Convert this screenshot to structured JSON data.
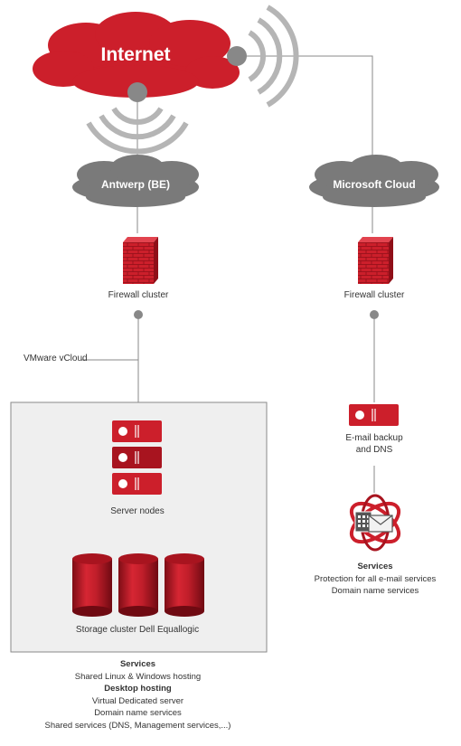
{
  "colors": {
    "red": "#cc1f2b",
    "dark_red": "#a8141f",
    "cloud_grey": "#7a7a7a",
    "wave_grey": "#b5b5b5",
    "line_grey": "#888888",
    "box_fill": "#efefef",
    "box_border": "#8a8a8a"
  },
  "internet": {
    "label": "Internet"
  },
  "clouds": {
    "antwerp": "Antwerp (BE)",
    "microsoft": "Microsoft Cloud"
  },
  "firewalls": {
    "left": {
      "label": "Firewall cluster",
      "icon": "brick-firewall-icon"
    },
    "right": {
      "label": "Firewall cluster",
      "icon": "brick-firewall-icon"
    }
  },
  "vmware": {
    "label": "VMware vCloud"
  },
  "datacenter": {
    "server_label": "Server nodes",
    "storage_label": "Storage cluster Dell Equallogic",
    "services": {
      "title": "Services",
      "items": [
        "Shared Linux & Windows hosting",
        "Desktop hosting",
        "Virtual Dedicated server",
        "Domain name services",
        "Shared services (DNS, Management services,...)"
      ]
    }
  },
  "email_backup": {
    "label_line1": "E-mail backup",
    "label_line2": "and DNS"
  },
  "microsoft_services": {
    "title": "Services",
    "items": [
      "Protection for all e-mail services",
      "Domain name services"
    ]
  }
}
